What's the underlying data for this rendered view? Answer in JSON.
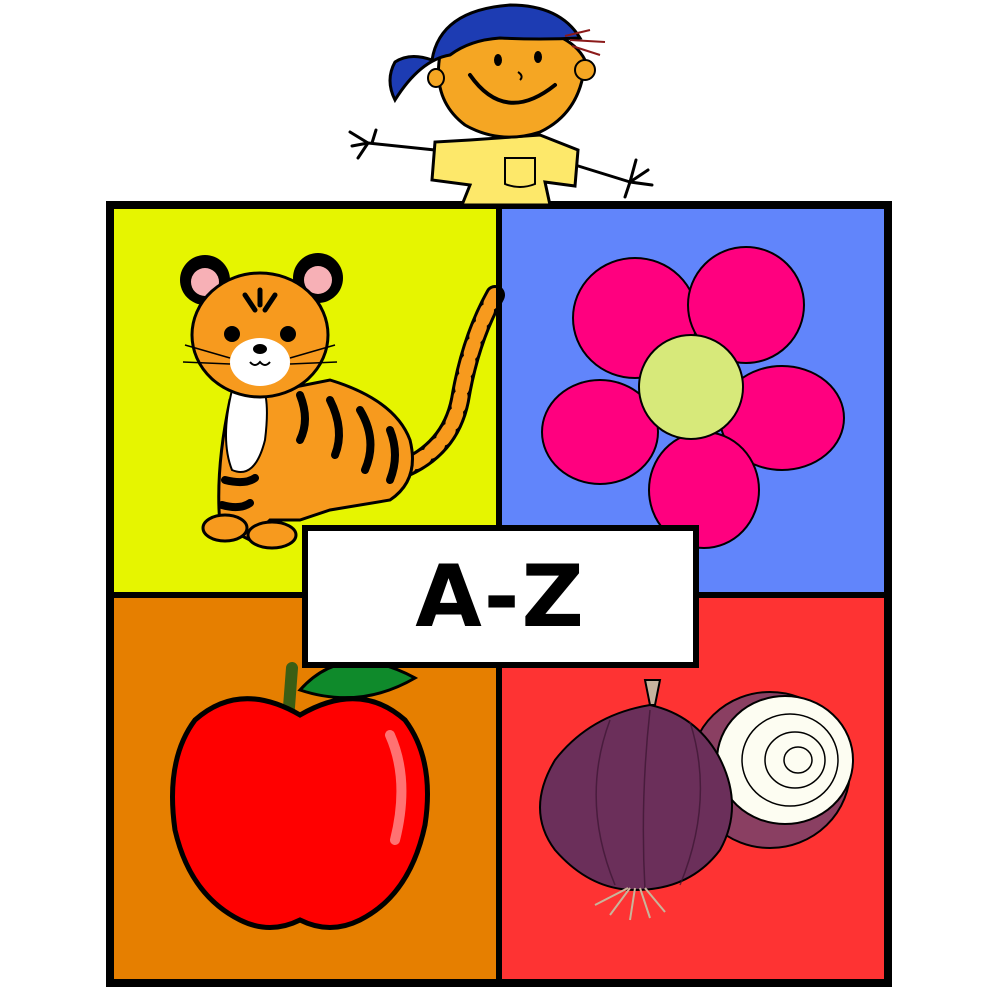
{
  "title": "A-Z",
  "colors": {
    "top_left_panel": "#e6f500",
    "top_right_panel": "#6185fb",
    "bottom_left_panel": "#e67f00",
    "bottom_right_panel": "#fe3333",
    "border": "#000000",
    "tiger_orange": "#f79a1e",
    "flower_petal": "#ff007f",
    "flower_center": "#d7e97a",
    "apple_red": "#ff0000",
    "leaf_green": "#0f8a2b",
    "onion_purple": "#6b2f5a",
    "cap_blue": "#1d3cb3",
    "shirt_yellow": "#fde86a",
    "skin": "#f5a623"
  },
  "illustrations": [
    "boy-with-cap",
    "tiger",
    "flower",
    "apple",
    "onion"
  ]
}
